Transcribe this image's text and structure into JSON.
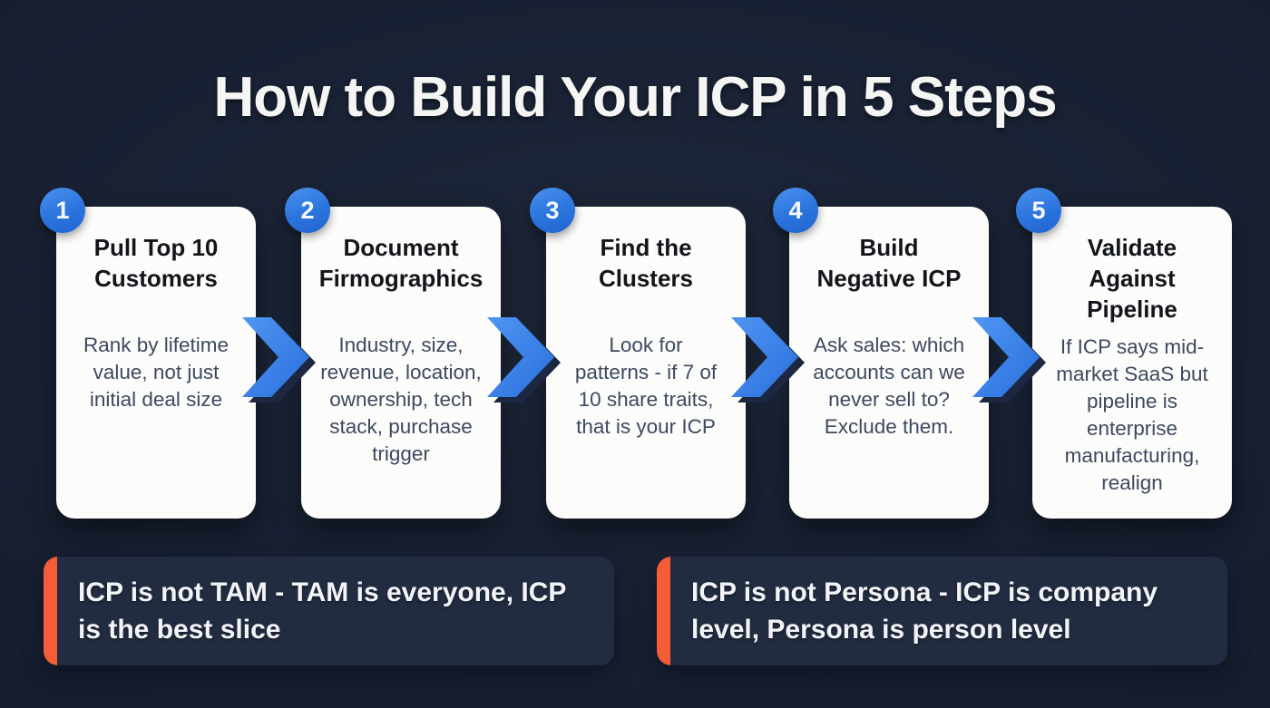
{
  "header": {
    "title": "How to Build Your ICP in 5 Steps"
  },
  "steps": [
    {
      "number": "1",
      "title": "Pull Top 10 Customers",
      "body": "Rank by lifetime value, not just initial deal size"
    },
    {
      "number": "2",
      "title": "Document Firmographics",
      "body": "Industry, size, revenue, location, ownership, tech stack, purchase trigger"
    },
    {
      "number": "3",
      "title": "Find the Clusters",
      "body": "Look for patterns - if 7 of 10 share traits, that is your ICP"
    },
    {
      "number": "4",
      "title": "Build Negative ICP",
      "body": "Ask sales: which accounts can we never sell to? Exclude them."
    },
    {
      "number": "5",
      "title": "Validate Against Pipeline",
      "body": "If ICP says mid-market SaaS but pipeline is enterprise manufacturing, realign"
    }
  ],
  "callouts": [
    {
      "text": "ICP is not TAM - TAM is everyone, ICP is the best slice"
    },
    {
      "text": "ICP is not Persona - ICP is company level, Persona is person level"
    }
  ],
  "icons": {
    "arrow": "chevron-right"
  },
  "colors": {
    "background": "#161e30",
    "card_background": "#fcfcfa",
    "badge_blue": "#2e7ce2",
    "chevron_blue": "#3a80ea",
    "callout_background": "#222c41",
    "accent_orange": "#f55c38",
    "title_text": "#f5f6f4",
    "card_title_text": "#12151b",
    "card_body_text": "#3e4960"
  }
}
